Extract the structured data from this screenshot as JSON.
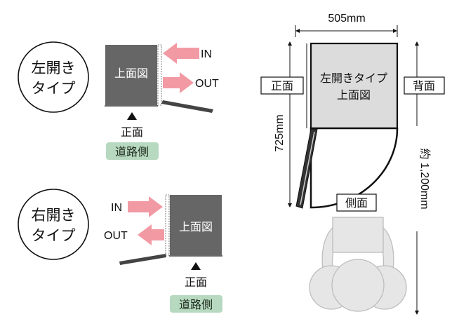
{
  "left_panel": {
    "left_opening": {
      "badge_line1": "左開き",
      "badge_line2": "タイプ",
      "box_label": "上面図",
      "in_label": "IN",
      "out_label": "OUT",
      "front_label": "正面",
      "road_label": "道路側"
    },
    "right_opening": {
      "badge_line1": "右開き",
      "badge_line2": "タイプ",
      "box_label": "上面図",
      "in_label": "IN",
      "out_label": "OUT",
      "front_label": "正面",
      "road_label": "道路側"
    }
  },
  "right_panel": {
    "width_dim": "505mm",
    "depth_dim": "725mm",
    "total_dim": "約 1,200mm",
    "front_label": "正面",
    "back_label": "背面",
    "side_label": "側面",
    "box_line1": "左開きタイプ",
    "box_line2": "上面図"
  },
  "colors": {
    "unit_dark": "#666666",
    "arrow_pink": "#f29aa4",
    "road_badge": "#b7d9bf",
    "top_box": "#dcdcdc",
    "person": "#e6e6e6"
  }
}
